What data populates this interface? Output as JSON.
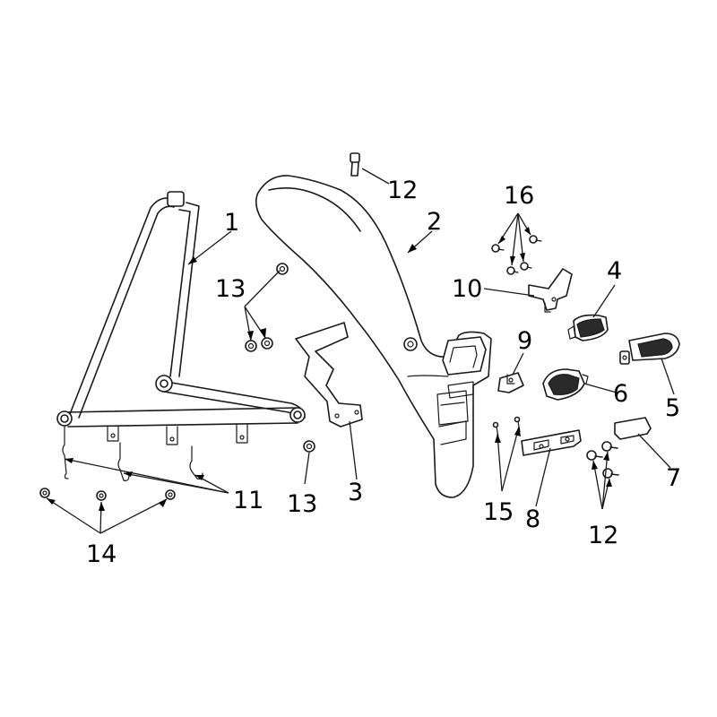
{
  "labels": {
    "part_1": "1",
    "part_2": "2",
    "part_3": "3",
    "part_4": "4",
    "part_5": "5",
    "part_6": "6",
    "part_7": "7",
    "part_8": "8",
    "part_9": "9",
    "part_10": "10",
    "part_11": "11",
    "part_12_top": "12",
    "part_12_bottom": "12",
    "part_13_top": "13",
    "part_13_bottom": "13",
    "part_14": "14",
    "part_15": "15",
    "part_16": "16"
  }
}
